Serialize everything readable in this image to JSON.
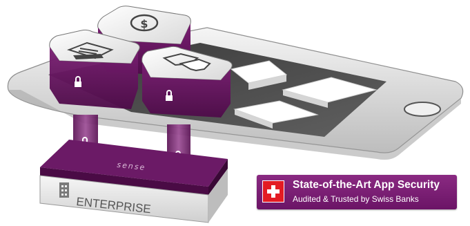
{
  "base": {
    "label": "ENTERPRISE",
    "brand": "sense"
  },
  "badge": {
    "title": "State-of-the-Art App Security",
    "subtitle": "Audited & Trusted by Swiss Banks",
    "icon": "swiss-flag-icon"
  },
  "app_tiles": [
    "dollar-icon",
    "document-icon",
    "chat-icon"
  ],
  "colors": {
    "purple_dark": "#5a1254",
    "purple": "#7a1f73",
    "purple_light": "#a35d9e",
    "swiss_red": "#e31b23",
    "phone_silver": "#e3e3e3"
  }
}
